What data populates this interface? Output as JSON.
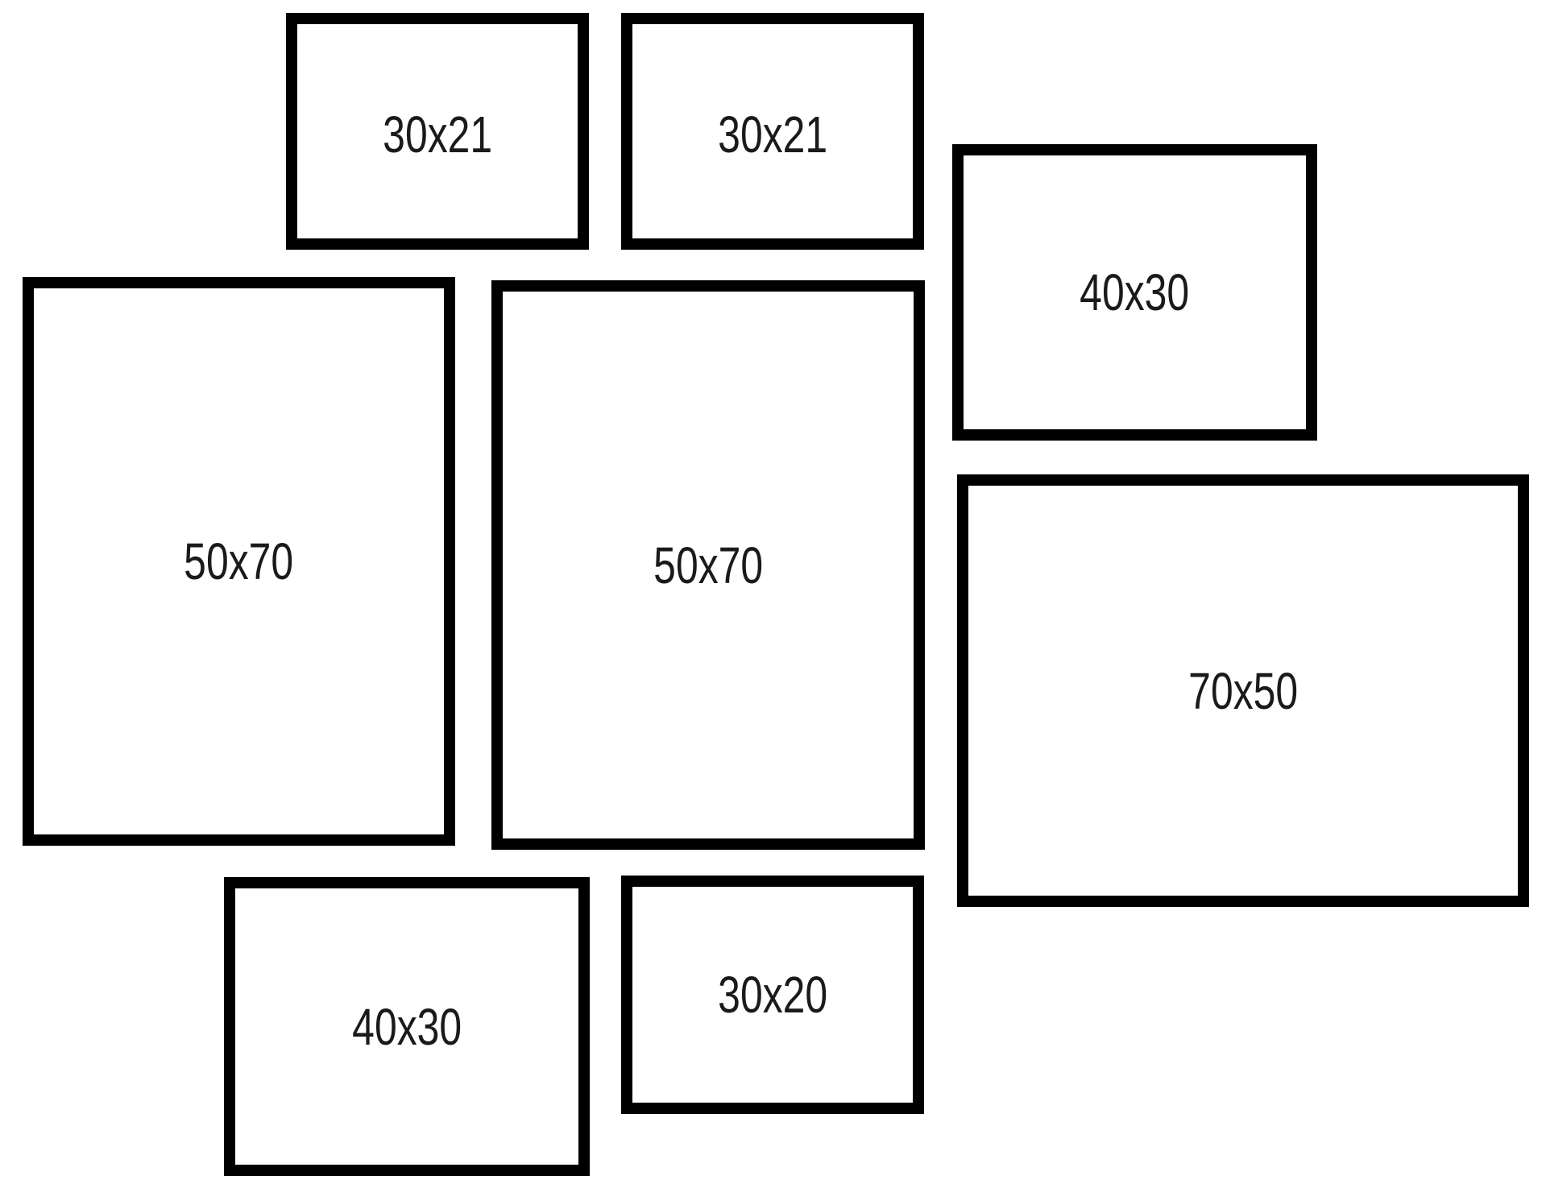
{
  "frames": [
    {
      "label": "30x21"
    },
    {
      "label": "30x21"
    },
    {
      "label": "40x30"
    },
    {
      "label": "50x70"
    },
    {
      "label": "50x70"
    },
    {
      "label": "70x50"
    },
    {
      "label": "40x30"
    },
    {
      "label": "30x20"
    }
  ],
  "colors": {
    "frame": "#000000",
    "background": "#ffffff"
  }
}
